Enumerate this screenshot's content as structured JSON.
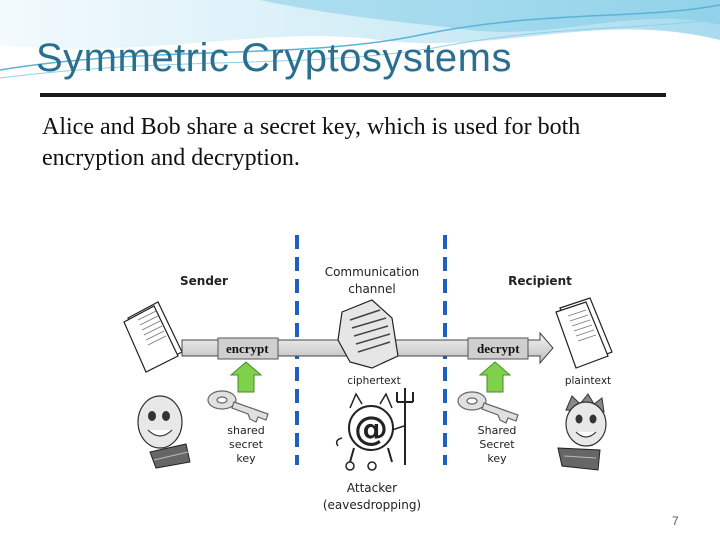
{
  "slide": {
    "title": "Symmetric Cryptosystems",
    "body": "Alice and Bob share a secret key, which is used for both encryption and decryption.",
    "page_number": "7"
  },
  "diagram": {
    "sender": "Sender",
    "channel": "Communication channel",
    "recipient": "Recipient",
    "encrypt": "encrypt",
    "decrypt": "decrypt",
    "ciphertext": "ciphertext",
    "plaintext": "plaintext",
    "shared_key_left": "shared secret key",
    "shared_key_right": "Shared Secret key",
    "attacker": "Attacker (eavesdropping)"
  }
}
